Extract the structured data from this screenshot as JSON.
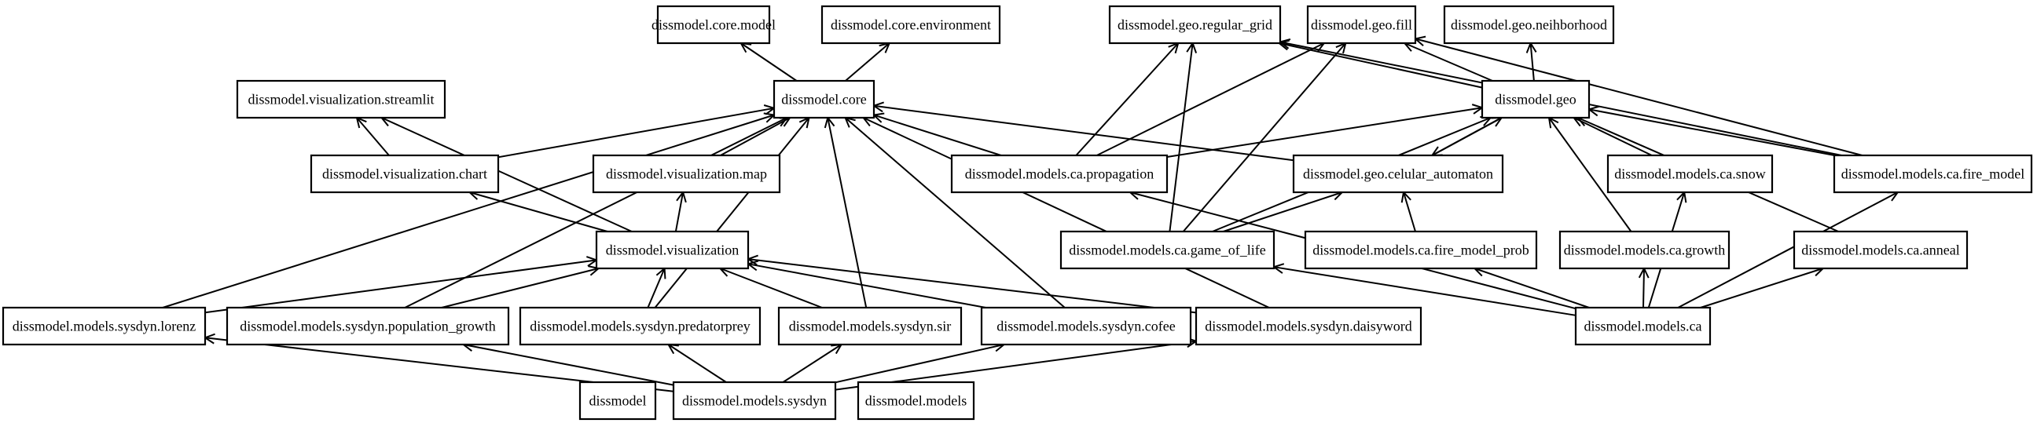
{
  "diagram": {
    "type": "package-dependency-graph",
    "nodes": [
      {
        "id": "core_model",
        "label": "dissmodel.core.model"
      },
      {
        "id": "core_env",
        "label": "dissmodel.core.environment"
      },
      {
        "id": "geo_grid",
        "label": "dissmodel.geo.regular_grid"
      },
      {
        "id": "geo_fill",
        "label": "dissmodel.geo.fill"
      },
      {
        "id": "geo_neib",
        "label": "dissmodel.geo.neihborhood"
      },
      {
        "id": "vis_stream",
        "label": "dissmodel.visualization.streamlit"
      },
      {
        "id": "core",
        "label": "dissmodel.core"
      },
      {
        "id": "geo",
        "label": "dissmodel.geo"
      },
      {
        "id": "vis_chart",
        "label": "dissmodel.visualization.chart"
      },
      {
        "id": "vis_map",
        "label": "dissmodel.visualization.map"
      },
      {
        "id": "ca_prop",
        "label": "dissmodel.models.ca.propagation"
      },
      {
        "id": "geo_ca",
        "label": "dissmodel.geo.celular_automaton"
      },
      {
        "id": "ca_snow",
        "label": "dissmodel.models.ca.snow"
      },
      {
        "id": "ca_fire",
        "label": "dissmodel.models.ca.fire_model"
      },
      {
        "id": "vis",
        "label": "dissmodel.visualization"
      },
      {
        "id": "ca_gol",
        "label": "dissmodel.models.ca.game_of_life"
      },
      {
        "id": "ca_fireprob",
        "label": "dissmodel.models.ca.fire_model_prob"
      },
      {
        "id": "ca_growth",
        "label": "dissmodel.models.ca.growth"
      },
      {
        "id": "ca_anneal",
        "label": "dissmodel.models.ca.anneal"
      },
      {
        "id": "sd_lorenz",
        "label": "dissmodel.models.sysdyn.lorenz"
      },
      {
        "id": "sd_pop",
        "label": "dissmodel.models.sysdyn.population_growth"
      },
      {
        "id": "sd_pred",
        "label": "dissmodel.models.sysdyn.predatorprey"
      },
      {
        "id": "sd_sir",
        "label": "dissmodel.models.sysdyn.sir"
      },
      {
        "id": "sd_cofee",
        "label": "dissmodel.models.sysdyn.cofee"
      },
      {
        "id": "sd_daisy",
        "label": "dissmodel.models.sysdyn.daisyword"
      },
      {
        "id": "ca",
        "label": "dissmodel.models.ca"
      },
      {
        "id": "dissmodel",
        "label": "dissmodel"
      },
      {
        "id": "sysdyn",
        "label": "dissmodel.models.sysdyn"
      },
      {
        "id": "models",
        "label": "dissmodel.models"
      }
    ],
    "edges": [
      {
        "from": "core",
        "to": "core_model"
      },
      {
        "from": "core",
        "to": "core_env"
      },
      {
        "from": "vis_chart",
        "to": "vis_stream"
      },
      {
        "from": "vis_chart",
        "to": "core"
      },
      {
        "from": "vis_map",
        "to": "core"
      },
      {
        "from": "vis",
        "to": "vis_map"
      },
      {
        "from": "vis",
        "to": "vis_chart"
      },
      {
        "from": "vis",
        "to": "vis_stream"
      },
      {
        "from": "ca_prop",
        "to": "core"
      },
      {
        "from": "ca_prop",
        "to": "geo_grid"
      },
      {
        "from": "ca_prop",
        "to": "geo_fill"
      },
      {
        "from": "ca_prop",
        "to": "geo"
      },
      {
        "from": "geo",
        "to": "geo_grid"
      },
      {
        "from": "geo",
        "to": "geo_fill"
      },
      {
        "from": "geo",
        "to": "geo_neib"
      },
      {
        "from": "geo",
        "to": "geo_ca"
      },
      {
        "from": "geo_ca",
        "to": "core"
      },
      {
        "from": "geo_ca",
        "to": "geo"
      },
      {
        "from": "ca_snow",
        "to": "geo"
      },
      {
        "from": "ca_fire",
        "to": "geo"
      },
      {
        "from": "ca_fire",
        "to": "geo_grid"
      },
      {
        "from": "ca_fire",
        "to": "geo_fill"
      },
      {
        "from": "ca_gol",
        "to": "geo_ca"
      },
      {
        "from": "ca_gol",
        "to": "geo"
      },
      {
        "from": "ca_gol",
        "to": "geo_grid"
      },
      {
        "from": "ca_gol",
        "to": "geo_fill"
      },
      {
        "from": "ca_fireprob",
        "to": "geo_ca"
      },
      {
        "from": "ca_growth",
        "to": "geo"
      },
      {
        "from": "ca_anneal",
        "to": "geo"
      },
      {
        "from": "ca",
        "to": "ca_growth"
      },
      {
        "from": "ca",
        "to": "ca_anneal"
      },
      {
        "from": "ca",
        "to": "ca_fireprob"
      },
      {
        "from": "ca",
        "to": "ca_gol"
      },
      {
        "from": "ca",
        "to": "ca_snow"
      },
      {
        "from": "ca",
        "to": "ca_fire"
      },
      {
        "from": "ca",
        "to": "ca_prop"
      },
      {
        "from": "sd_lorenz",
        "to": "vis"
      },
      {
        "from": "sd_lorenz",
        "to": "core"
      },
      {
        "from": "sd_pop",
        "to": "vis"
      },
      {
        "from": "sd_pop",
        "to": "core"
      },
      {
        "from": "sd_pred",
        "to": "vis"
      },
      {
        "from": "sd_pred",
        "to": "core"
      },
      {
        "from": "sd_sir",
        "to": "vis"
      },
      {
        "from": "sd_sir",
        "to": "core"
      },
      {
        "from": "sd_cofee",
        "to": "vis"
      },
      {
        "from": "sd_cofee",
        "to": "core"
      },
      {
        "from": "sd_daisy",
        "to": "vis"
      },
      {
        "from": "sd_daisy",
        "to": "core"
      },
      {
        "from": "sysdyn",
        "to": "sd_lorenz"
      },
      {
        "from": "sysdyn",
        "to": "sd_pop"
      },
      {
        "from": "sysdyn",
        "to": "sd_pred"
      },
      {
        "from": "sysdyn",
        "to": "sd_sir"
      },
      {
        "from": "sysdyn",
        "to": "sd_cofee"
      },
      {
        "from": "sysdyn",
        "to": "sd_daisy"
      }
    ]
  }
}
